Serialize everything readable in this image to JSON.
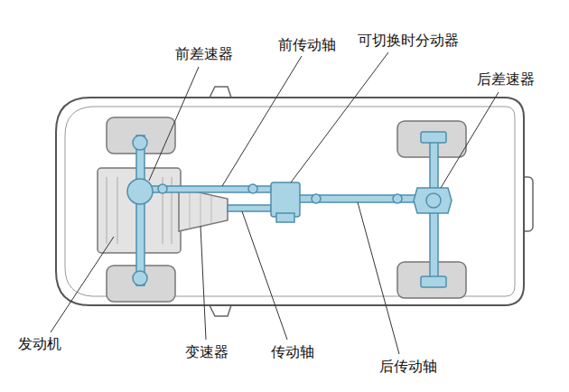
{
  "diagram": {
    "labels": [
      "前差速器",
      "前传动轴",
      "可切换时分动器",
      "后差速器",
      "发动机",
      "变速器",
      "传动轴",
      "后传动轴"
    ]
  }
}
